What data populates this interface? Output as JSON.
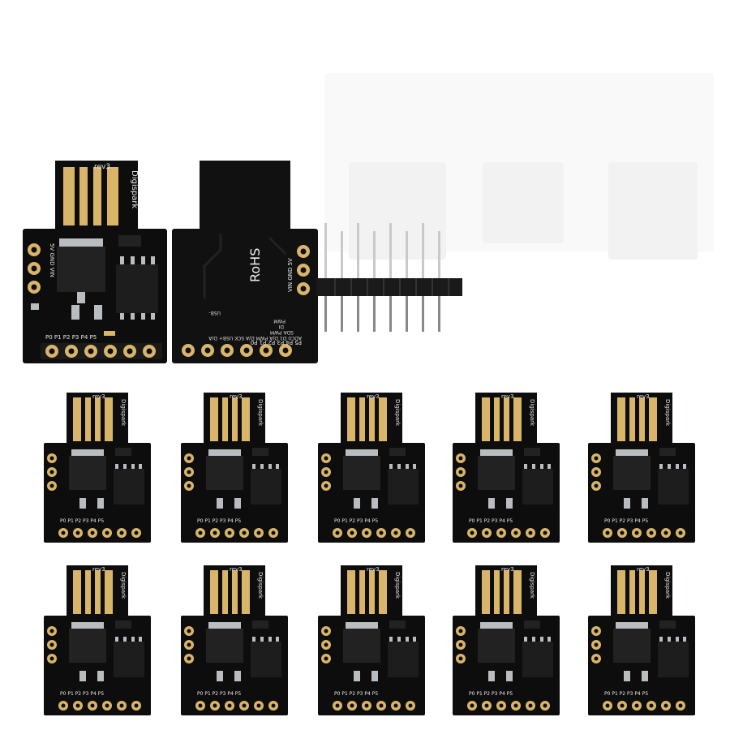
{
  "product": {
    "front_brand": "Digispark",
    "front_revision": "rev3",
    "back_mark": "RoHS",
    "back_power_labels": "VIN GND 5V",
    "back_usb_label": "USB-",
    "back_pin_labels": "P5 P4 P3 P2 P1 P0",
    "side_left_labels": "5V GND VIN",
    "bottom_pin_labels": "P0 P1 P2 P3 P4 P5",
    "back_func_line1": "ADC0 D1 D/A PWM D/A SCK USB+ D/A",
    "back_func_line2": "SDA PWM",
    "back_func_line3": "DI",
    "back_func_line4": "PWM"
  },
  "colors": {
    "pcb": "#0d0d0d",
    "gold": "#d9b56a",
    "silver": "#b9bcc0",
    "header_black": "#1a1a1a"
  },
  "layout_counts": {
    "small_boards": 10
  }
}
